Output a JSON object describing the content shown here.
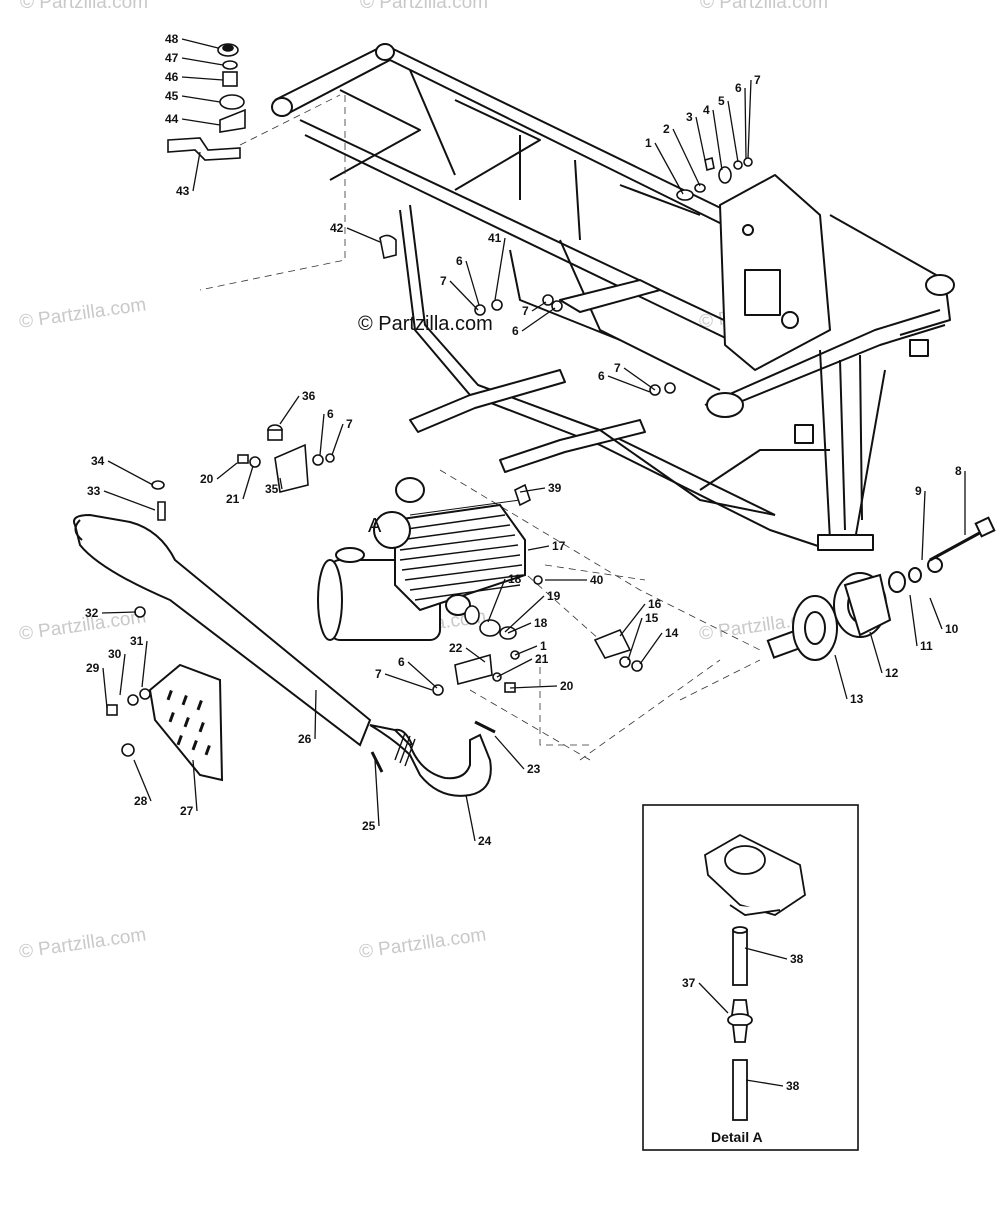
{
  "watermark": "© Partzilla.com",
  "caption": "© Partzilla.com",
  "detail_title": "Detail A",
  "detail_marker": "A",
  "callouts": [
    "1",
    "2",
    "3",
    "4",
    "5",
    "6",
    "7",
    "8",
    "9",
    "10",
    "11",
    "12",
    "13",
    "14",
    "15",
    "16",
    "17",
    "18",
    "19",
    "20",
    "21",
    "22",
    "23",
    "24",
    "25",
    "26",
    "27",
    "28",
    "29",
    "30",
    "31",
    "32",
    "33",
    "34",
    "35",
    "36",
    "37",
    "38",
    "39",
    "40",
    "41",
    "42",
    "43",
    "44",
    "45",
    "46",
    "47",
    "48"
  ]
}
